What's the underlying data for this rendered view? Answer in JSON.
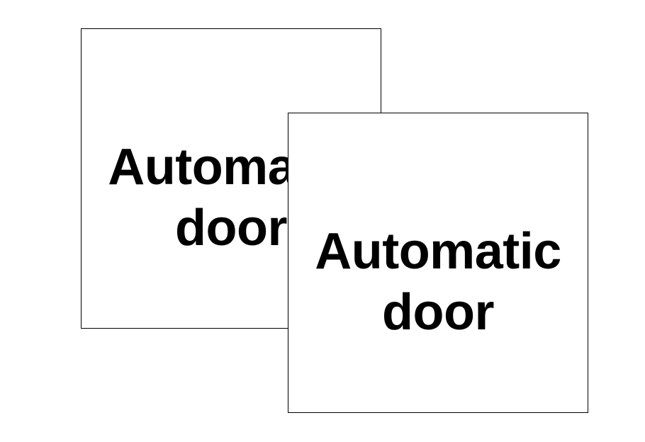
{
  "signs": [
    {
      "line1": "Automatic",
      "line2": "door"
    },
    {
      "line1": "Automatic",
      "line2": "door"
    }
  ],
  "colors": {
    "background": "#ffffff",
    "border": "#000000",
    "text": "#000000"
  }
}
